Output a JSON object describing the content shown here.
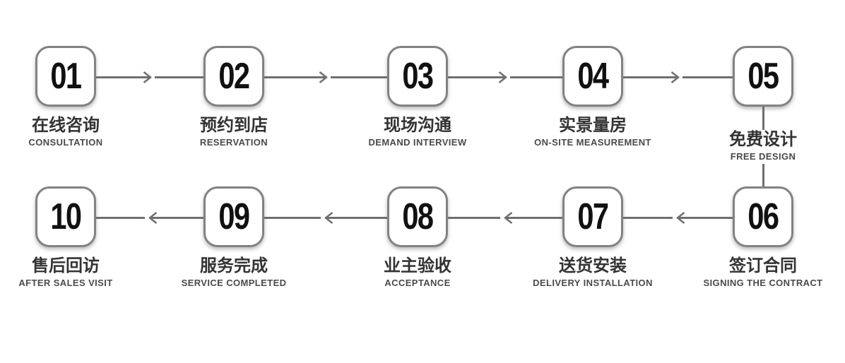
{
  "diagram": {
    "kind": "service-process-flow",
    "colors": {
      "background": "#ffffff",
      "box_border": "#828282",
      "connector_line": "#6f6f6f",
      "number_text": "#111111",
      "label_cn_text": "#333333",
      "label_en_text": "#4a4a4a"
    },
    "flow": {
      "top_row_direction": "left-to-right",
      "bottom_row_direction": "right-to-left"
    }
  },
  "steps": [
    {
      "number": "01",
      "label_cn": "在线咨询",
      "label_en": "CONSULTATION"
    },
    {
      "number": "02",
      "label_cn": "预约到店",
      "label_en": "RESERVATION"
    },
    {
      "number": "03",
      "label_cn": "现场沟通",
      "label_en": "DEMAND INTERVIEW"
    },
    {
      "number": "04",
      "label_cn": "实景量房",
      "label_en": "ON-SITE MEASUREMENT"
    },
    {
      "number": "05",
      "label_cn": "免费设计",
      "label_en": "FREE DESIGN"
    },
    {
      "number": "06",
      "label_cn": "签订合同",
      "label_en": "SIGNING THE CONTRACT"
    },
    {
      "number": "07",
      "label_cn": "送货安装",
      "label_en": "DELIVERY INSTALLATION"
    },
    {
      "number": "08",
      "label_cn": "业主验收",
      "label_en": "ACCEPTANCE"
    },
    {
      "number": "09",
      "label_cn": "服务完成",
      "label_en": "SERVICE COMPLETED"
    },
    {
      "number": "10",
      "label_cn": "售后回访",
      "label_en": "AFTER SALES VISIT"
    }
  ]
}
